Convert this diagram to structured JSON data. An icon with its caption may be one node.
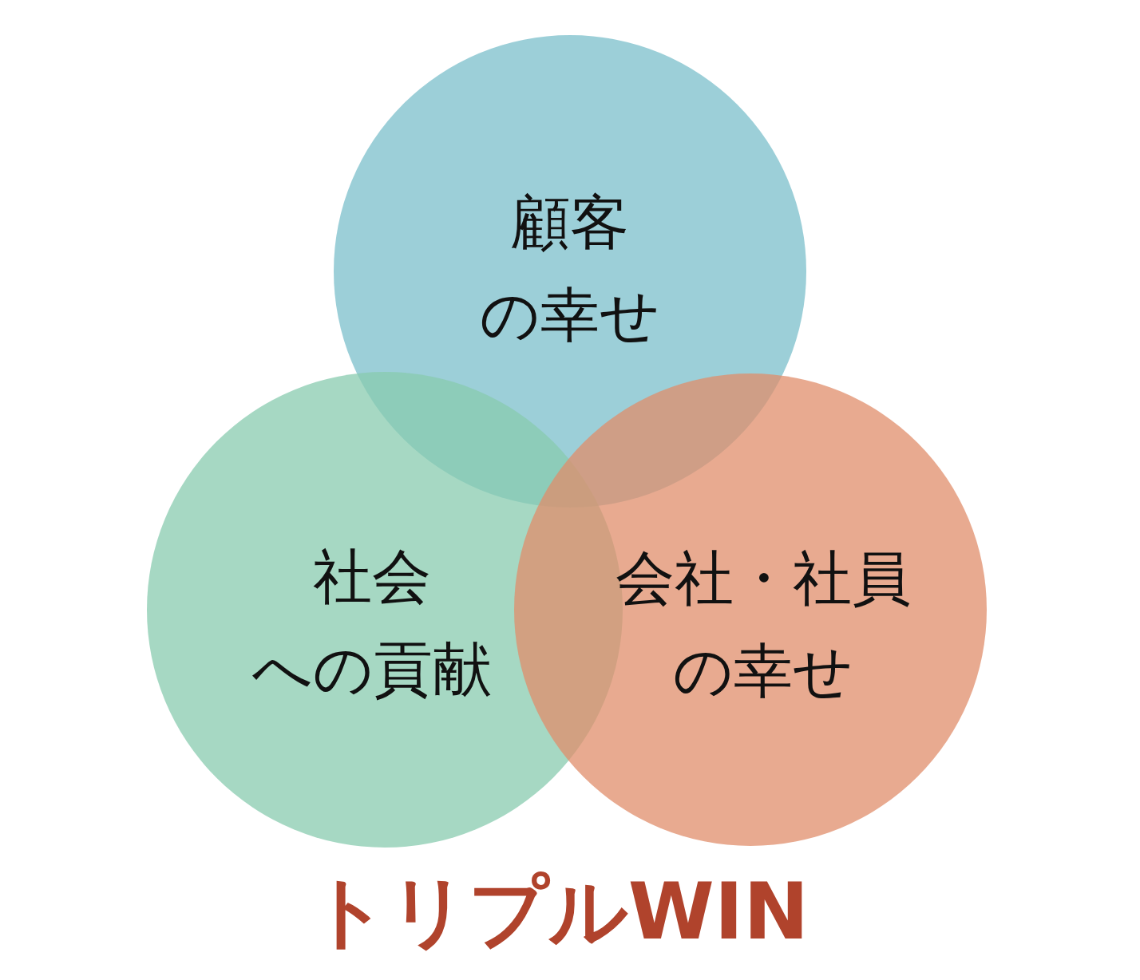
{
  "diagram": {
    "caption": "トリプルWIN",
    "nodes": [
      {
        "text": [
          "顧客の幸せ"
        ]
      },
      {
        "text": [
          "社会への貢献"
        ]
      },
      {
        "text": [
          "会社・社員の幸せ"
        ]
      }
    ]
  }
}
